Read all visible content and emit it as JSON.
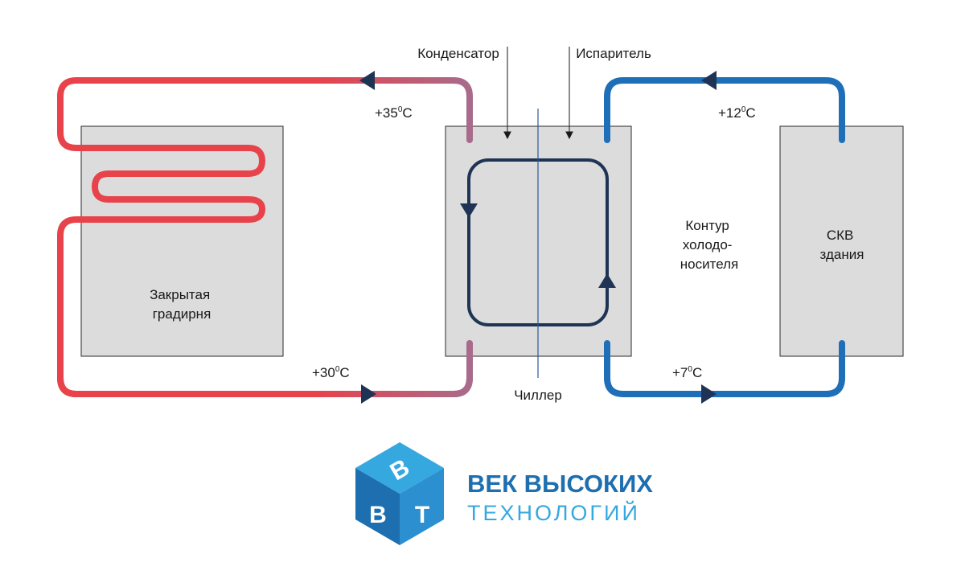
{
  "labels": {
    "condenser": "Конденсатор",
    "evaporator": "Испаритель",
    "chiller": "Чиллер",
    "cooling_tower": [
      "Закрытая",
      "градирня"
    ],
    "coolant_loop": [
      "Контур",
      "холодо-",
      "носителя"
    ],
    "hvac": [
      "СКВ",
      "здания"
    ]
  },
  "temperatures": {
    "hot_return": {
      "value": "+35",
      "sup": "0",
      "unit": "С"
    },
    "hot_supply": {
      "value": "+30",
      "sup": "0",
      "unit": "С"
    },
    "cold_return": {
      "value": "+12",
      "sup": "0",
      "unit": "С"
    },
    "cold_supply": {
      "value": "+7",
      "sup": "0",
      "unit": "С"
    }
  },
  "brand": {
    "line1": "ВЕК ВЫСОКИХ",
    "line2": "ТЕХНОЛОГИЙ",
    "logo_letters": [
      "В",
      "В",
      "Т"
    ]
  },
  "colors": {
    "hot_pipe": "#e8424a",
    "hot_pipe_end": "#a86b8c",
    "cold_pipe": "#1e6fb8",
    "refrigerant": "#1f3455",
    "box_fill": "#dcdcdc",
    "brand_dark": "#1e6fb0",
    "brand_light": "#35a8e0"
  }
}
